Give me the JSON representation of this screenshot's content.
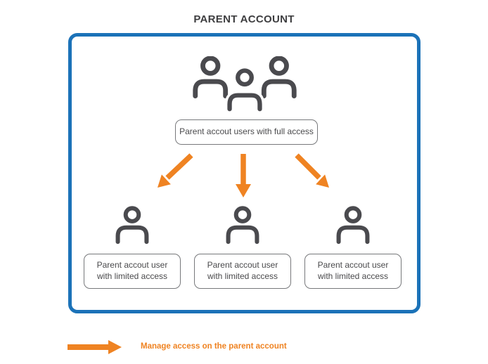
{
  "title": "PARENT ACCOUNT",
  "diagram": {
    "full_access_box": "Parent accout users with full access",
    "limited_boxes": [
      "Parent accout user with limited access",
      "Parent accout user with limited access",
      "Parent accout user with limited access"
    ]
  },
  "legend": {
    "label": "Manage access on the parent account"
  },
  "icons": {
    "group": "user-group-icon",
    "person": "single-user-icon",
    "down_arrows": "orange-down-arrows",
    "legend_arrow": "orange-right-arrow-icon"
  },
  "colors": {
    "orange": "#ef8322",
    "frame_blue": "#1b72b8",
    "icon_gray": "#4a4a4e",
    "box_border": "#77787b",
    "title_text": "#3e3e40",
    "box_text": "#4a4a4c"
  }
}
